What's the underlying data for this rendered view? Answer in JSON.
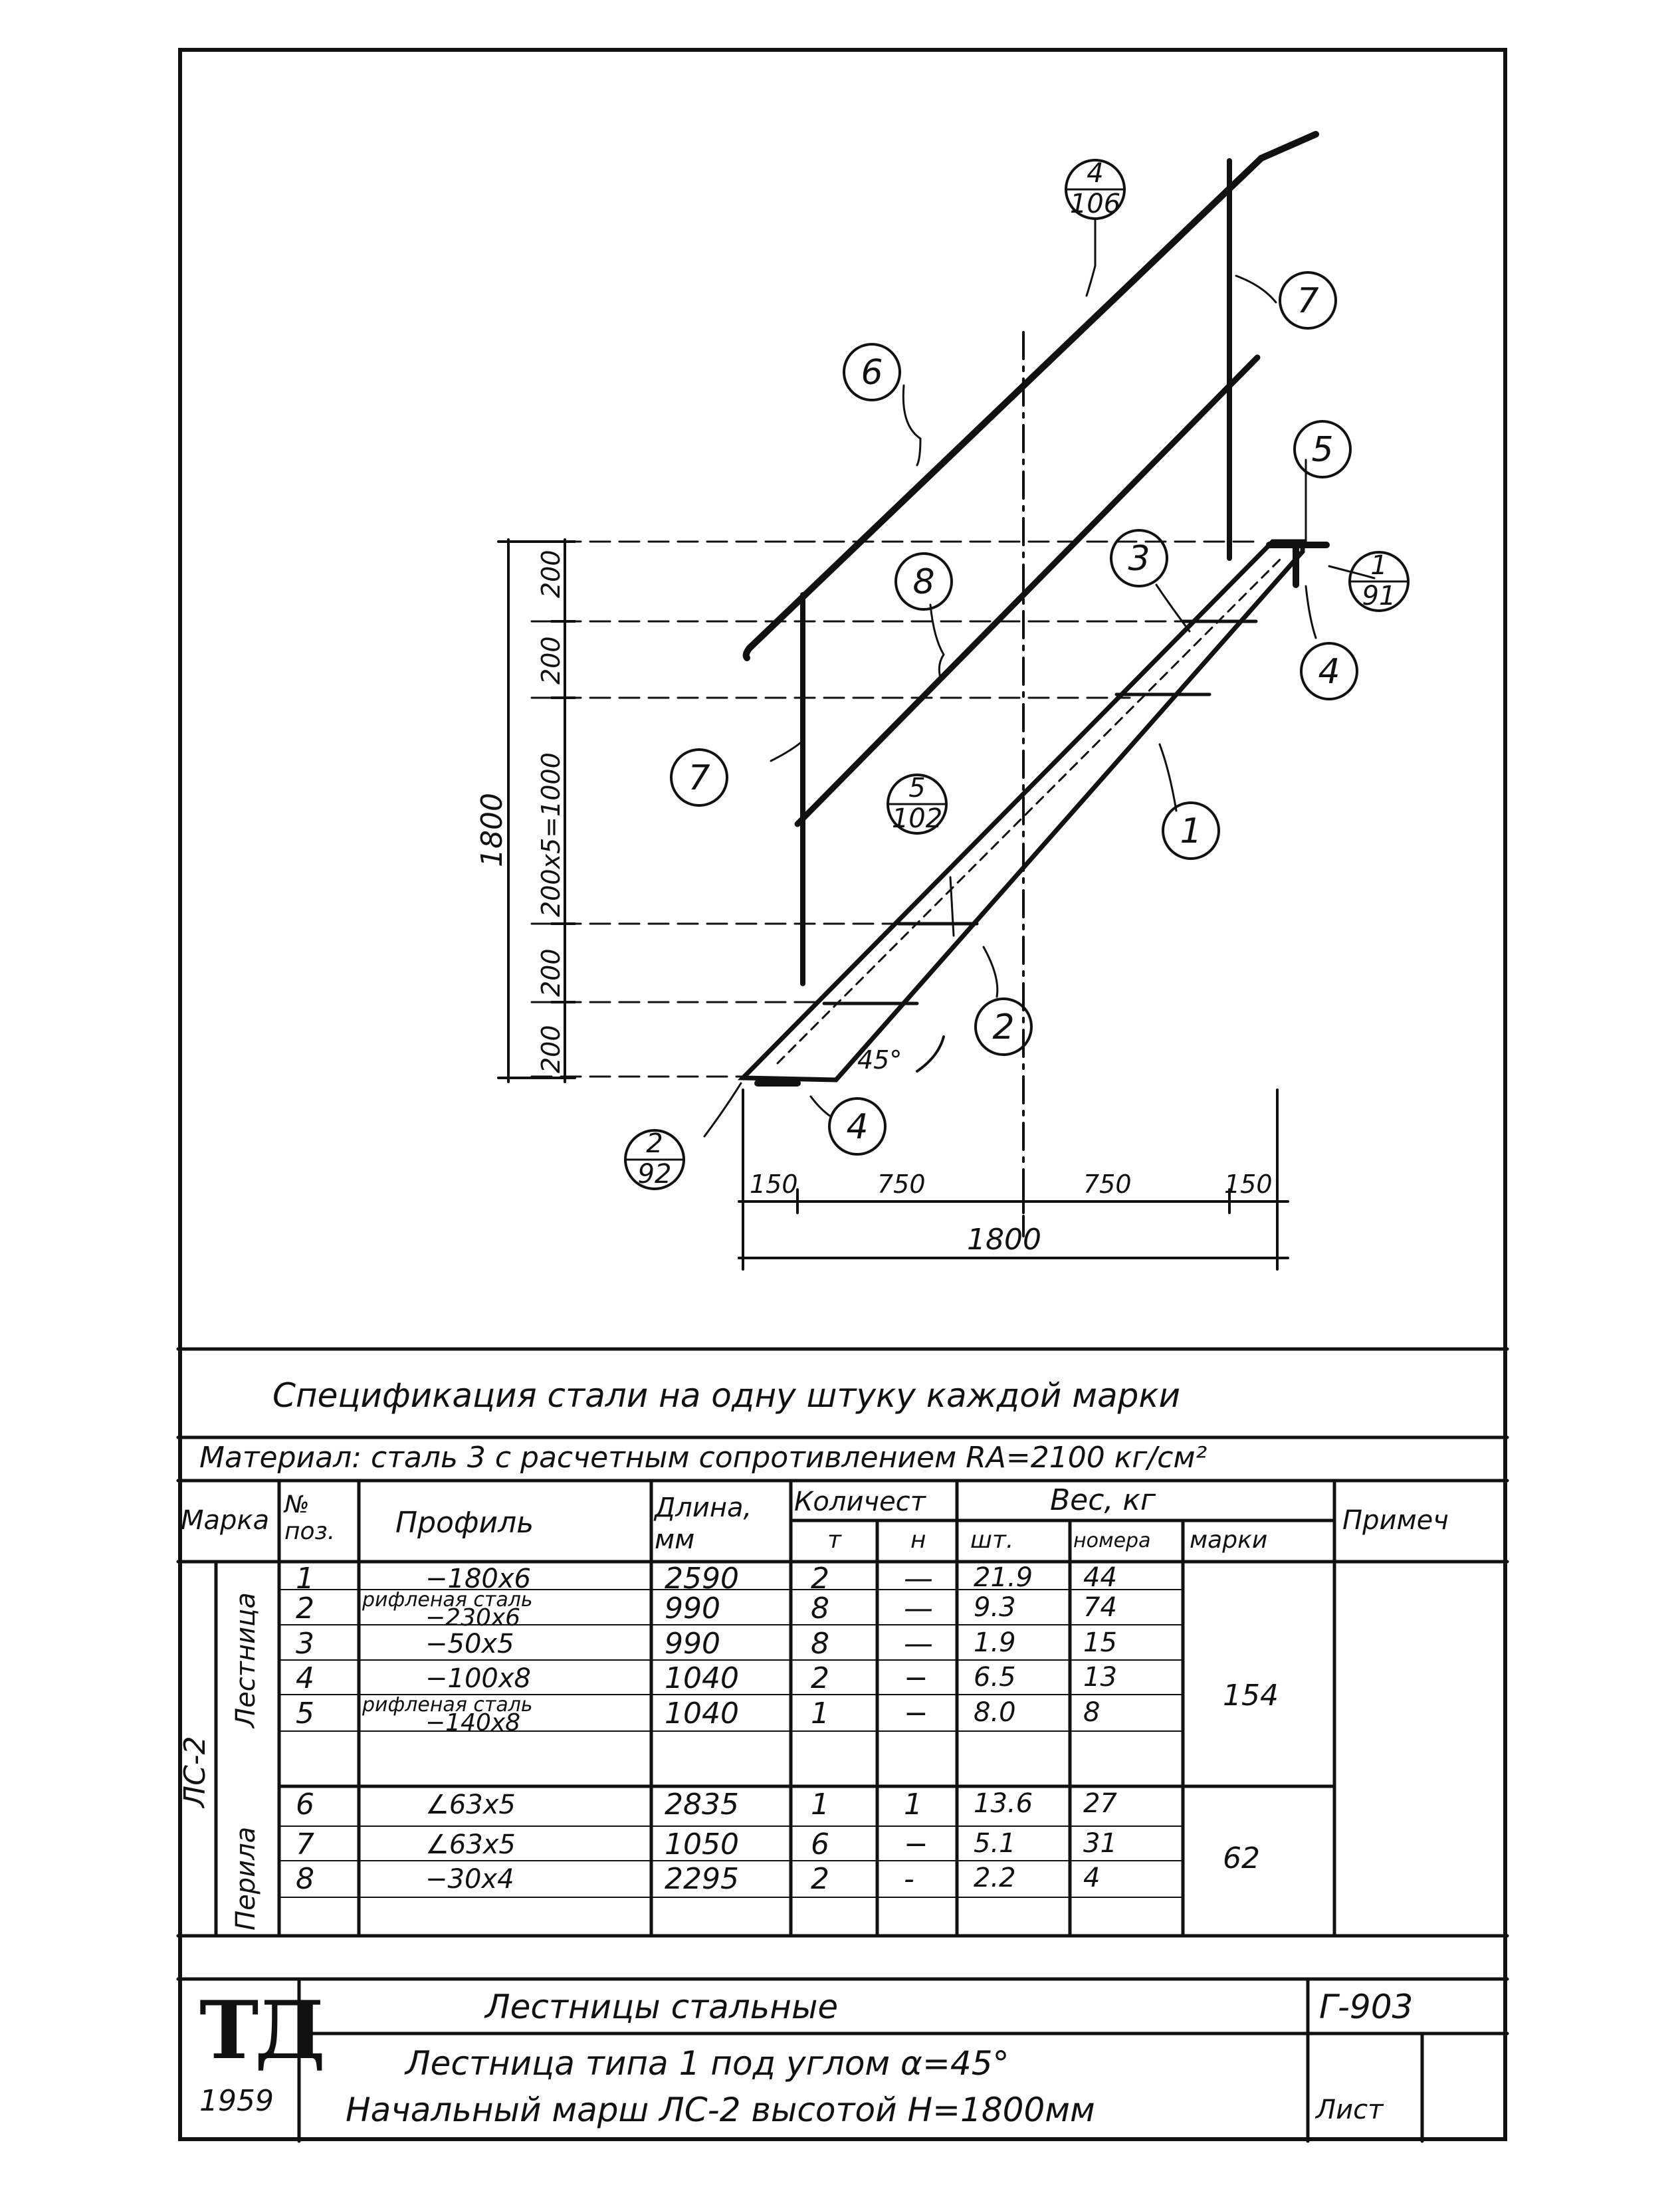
{
  "drawing": {
    "callouts": [
      {
        "id": "c6",
        "label": "6"
      },
      {
        "id": "c7a",
        "label": "7"
      },
      {
        "id": "c7b",
        "label": "7"
      },
      {
        "id": "c8",
        "label": "8"
      },
      {
        "id": "c3",
        "label": "3"
      },
      {
        "id": "c5",
        "label": "5"
      },
      {
        "id": "c4a",
        "label": "4"
      },
      {
        "id": "c4b",
        "label": "4"
      },
      {
        "id": "c1",
        "label": "1"
      },
      {
        "id": "c2",
        "label": "2"
      }
    ],
    "fractions": [
      {
        "id": "f4_106",
        "top": "4",
        "bottom": "106"
      },
      {
        "id": "f1_91",
        "top": "1",
        "bottom": "91"
      },
      {
        "id": "f5_102",
        "top": "5",
        "bottom": "102"
      },
      {
        "id": "f2_92",
        "top": "2",
        "bottom": "92"
      }
    ],
    "angle_label": "45°",
    "vertical_dims": [
      "200",
      "200",
      "200x5=1000",
      "200",
      "200"
    ],
    "vertical_total": "1800",
    "horizontal_dims": [
      "150",
      "750",
      "750",
      "150"
    ],
    "horizontal_total": "1800"
  },
  "spec": {
    "title": "Спецификация стали на одну штуку каждой марки",
    "material": "Материал: сталь 3 с расчетным сопротивлением RA=2100 кг/см²",
    "headers": {
      "mark": "Марка",
      "pos": "№ поз.",
      "profile": "Профиль",
      "length": "Длина, мм",
      "count": "Количест",
      "count_t": "т",
      "count_n": "н",
      "weight": "Вес, кг",
      "weight_pc": "шт.",
      "weight_num": "номера",
      "weight_mark": "марки",
      "note": "Примеч"
    },
    "mark_label": "ЛС-2",
    "group1": "Лестница",
    "group2": "Перила",
    "rows": [
      {
        "pos": "1",
        "profile": "−180x6",
        "profile_note": "",
        "length": "2590",
        "t": "2",
        "n": "—",
        "pc": "21.9",
        "num": "44"
      },
      {
        "pos": "2",
        "profile": "−230x6",
        "profile_note": "рифленая сталь",
        "length": "990",
        "t": "8",
        "n": "—",
        "pc": "9.3",
        "num": "74"
      },
      {
        "pos": "3",
        "profile": "−50x5",
        "profile_note": "",
        "length": "990",
        "t": "8",
        "n": "—",
        "pc": "1.9",
        "num": "15"
      },
      {
        "pos": "4",
        "profile": "−100x8",
        "profile_note": "",
        "length": "1040",
        "t": "2",
        "n": "−",
        "pc": "6.5",
        "num": "13"
      },
      {
        "pos": "5",
        "profile": "−140x8",
        "profile_note": "рифленая сталь",
        "length": "1040",
        "t": "1",
        "n": "−",
        "pc": "8.0",
        "num": "8"
      },
      {
        "pos": "6",
        "profile": "∠63x5",
        "profile_note": "",
        "length": "2835",
        "t": "1",
        "n": "1",
        "pc": "13.6",
        "num": "27"
      },
      {
        "pos": "7",
        "profile": "∠63x5",
        "profile_note": "",
        "length": "1050",
        "t": "6",
        "n": "−",
        "pc": "5.1",
        "num": "31"
      },
      {
        "pos": "8",
        "profile": "−30x4",
        "profile_note": "",
        "length": "2295",
        "t": "2",
        "n": "-",
        "pc": "2.2",
        "num": "4"
      }
    ],
    "mark_weight_1": "154",
    "mark_weight_2": "62"
  },
  "titleblock": {
    "logo": "ТД",
    "year": "1959",
    "title": "Лестницы стальные",
    "subtitle1": "Лестница типа 1 под углом α=45°",
    "subtitle2": "Начальный марш ЛС-2 высотой H=1800мм",
    "code": "Г-903",
    "sheet_label": "Лист"
  }
}
